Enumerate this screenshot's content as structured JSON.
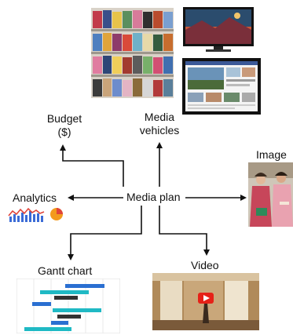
{
  "nodes": {
    "center": "Media plan",
    "budget_line1": "Budget",
    "budget_line2": "($)",
    "vehicles_line1": "Media",
    "vehicles_line2": "vehicles",
    "image": "Image",
    "analytics": "Analytics",
    "gantt": "Gantt chart",
    "video": "Video"
  },
  "colors": {
    "arrow": "#111111",
    "gantt_bar_blue": "#2a6fd1",
    "gantt_bar_teal": "#1fb9c4",
    "gantt_bar_dark": "#333333",
    "play_button": "#e62117",
    "analytics_red": "#e0443a",
    "analytics_blue": "#3b6bd6",
    "analytics_pie": "#f39a1e"
  },
  "icons": [
    "magazine-rack-photo",
    "tv-screen-photo",
    "laptop-news-photo",
    "fashion-photo",
    "analytics-chart-icon",
    "gantt-chart-icon",
    "video-play-thumbnail"
  ]
}
